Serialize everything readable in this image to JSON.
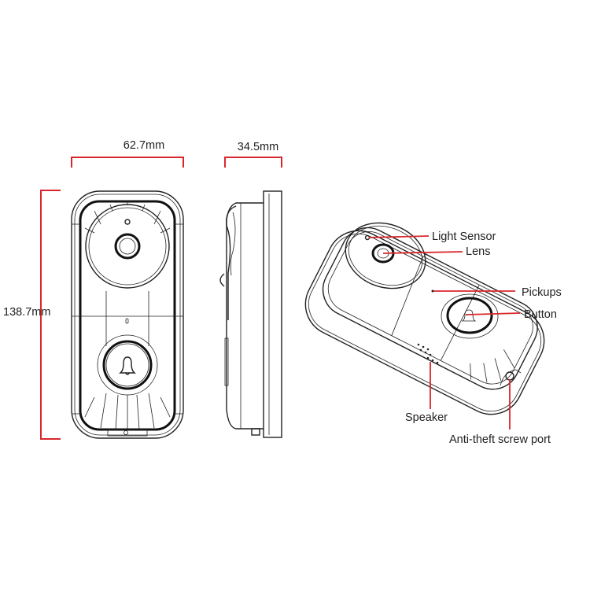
{
  "dimensions": {
    "width": "62.7mm",
    "depth": "34.5mm",
    "height": "138.7mm"
  },
  "callouts": {
    "light_sensor": "Light Sensor",
    "lens": "Lens",
    "pickups": "Pickups",
    "button": "Button",
    "speaker": "Speaker",
    "screw_port": "Anti-theft screw port"
  },
  "colors": {
    "dimension_line": "#d9262b",
    "outline": "#222222"
  }
}
